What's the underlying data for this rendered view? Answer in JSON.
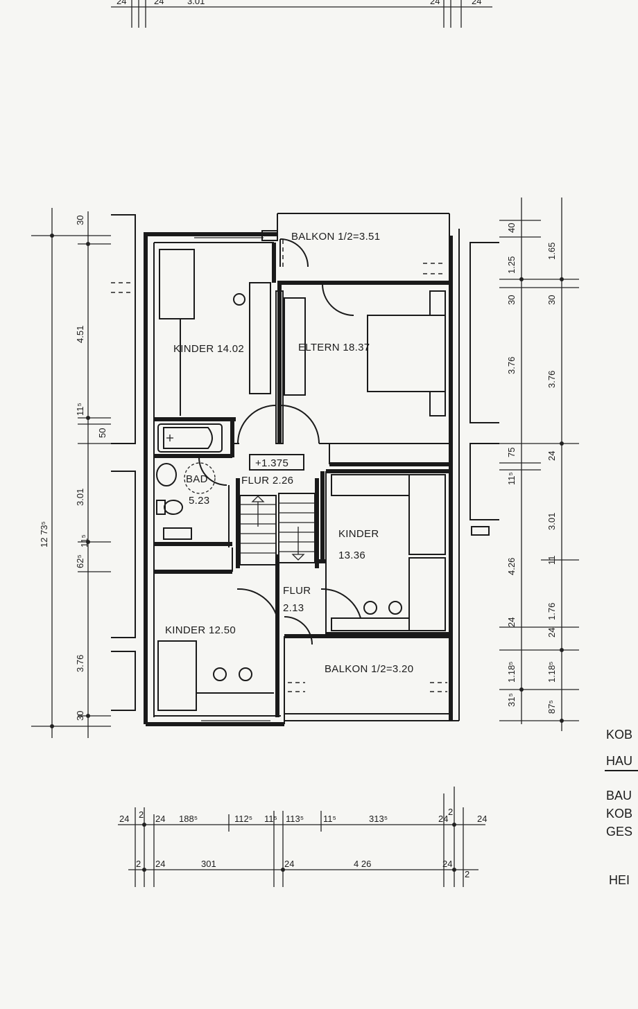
{
  "rooms": {
    "balkon_top": "BALKON 1/2=3.51",
    "kinder_nw": "KINDER 14.02",
    "eltern": "ELTERN   18.37",
    "bad_label": "BAD",
    "bad_area": "5.23",
    "level": "+1.375",
    "flur_main": "FLUR 2.26",
    "kinder_e_label": "KINDER",
    "kinder_e_area": "13.36",
    "flur_small_label": "FLUR",
    "flur_small_area": "2.13",
    "kinder_sw": "KINDER 12.50",
    "balkon_bottom": "BALKON 1/2=3.20"
  },
  "dims_left": [
    "30",
    "4.51",
    "11⁵",
    "50",
    "3.01",
    "11⁵",
    "62⁵",
    "3.76",
    "30"
  ],
  "dim_left_total": "12 73⁵",
  "dims_right_inner": [
    "40",
    "1.25",
    "30",
    "3.76",
    "75",
    "11⁵",
    "4.26",
    "24",
    "31⁵",
    "1.18⁵"
  ],
  "dims_right_outer": [
    "1.65",
    "30",
    "3.76",
    "24",
    "3.01",
    "11",
    "1.76",
    "24",
    "1.18⁵",
    "87⁵"
  ],
  "dims_bottom_row1": [
    "24",
    "2",
    "24",
    "188⁵",
    "112⁵",
    "11⁵",
    "113⁵",
    "11⁵",
    "313⁵",
    "24",
    "2",
    "24"
  ],
  "dims_bottom_row2": [
    "2",
    "24",
    "301",
    "24",
    "4 26",
    "24",
    "2"
  ],
  "dims_top_fragment": [
    "24",
    "24",
    "3.01",
    "24",
    "24"
  ],
  "title_block": [
    "KOB",
    "HAU",
    "BAU",
    "KOB",
    "GES",
    "HEI"
  ]
}
